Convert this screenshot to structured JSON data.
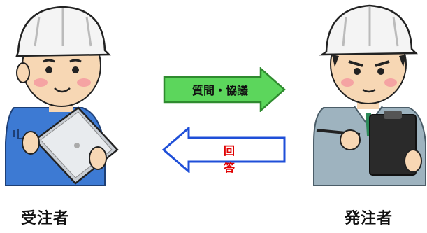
{
  "left_person": {
    "label": "受注者"
  },
  "right_person": {
    "label": "発注者"
  },
  "arrow_right": {
    "text": "質問・協議",
    "fill": "#5cd65c",
    "stroke": "#2e8b2e"
  },
  "arrow_left": {
    "text": "回 答",
    "fill": "#ffffff",
    "stroke": "#1f4fd8",
    "text_color": "#e00000"
  },
  "colors": {
    "helmet": "#f4f4f4",
    "skin": "#f7d7b4",
    "left_shirt": "#3d7ad3",
    "right_shirt": "#9eb3bf",
    "tablet": "#c9ced4",
    "clipboard": "#2a2a2a"
  }
}
